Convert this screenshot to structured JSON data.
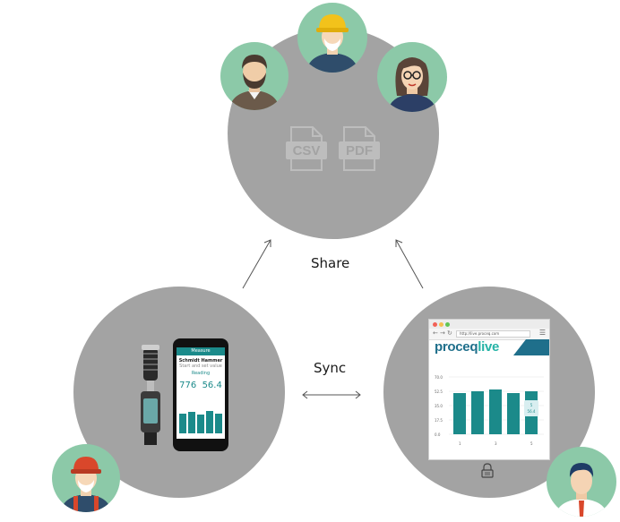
{
  "labels": {
    "share": "Share",
    "sync": "Sync"
  },
  "files": {
    "csv": "CSV",
    "pdf": "PDF"
  },
  "phone": {
    "header": "Measure",
    "title": "Schmidt Hammer",
    "subtitle": "Start and set value",
    "mode": "Reading",
    "value_left": "776",
    "value_right": "56.4"
  },
  "browser": {
    "url": "http://live.proceq.com",
    "brand_part1": "proceq",
    "brand_part2": "live",
    "y_ticks": [
      "70.0",
      "52.5",
      "35.0",
      "17.5",
      "0.0"
    ],
    "x_ticks": [
      "1",
      "3",
      "5"
    ],
    "tooltip_top": "5",
    "tooltip_value": "56.4"
  },
  "colors": {
    "circle": "#a3a3a3",
    "avatar_bg": "#8cc9a8",
    "teal": "#1b8a8a",
    "brand_blue": "#1f6f8b",
    "brand_green": "#26b3a6"
  }
}
